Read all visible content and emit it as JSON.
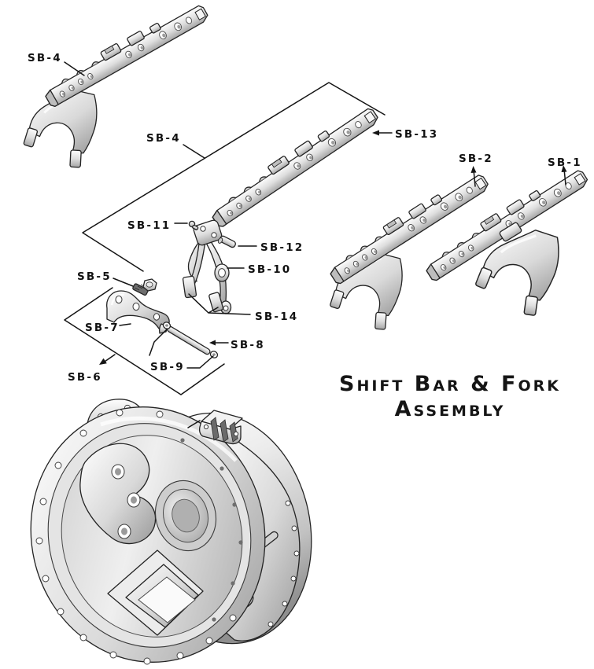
{
  "title": {
    "line1": "Shift Bar & Fork",
    "line2": "Assembly"
  },
  "diagram": {
    "type": "exploded-parts-illustration",
    "subject": "Shift Bar & Fork Assembly",
    "callouts": [
      {
        "id": "sb4-upper",
        "text": "SB-4",
        "points_to": "assembled shift bar with fork (top left)"
      },
      {
        "id": "sb4-lower",
        "text": "SB-4",
        "points_to": "exploded shift bar group (bracket)"
      },
      {
        "id": "sb13",
        "text": "SB-13",
        "points_to": "plain shift bar"
      },
      {
        "id": "sb2",
        "text": "SB-2",
        "points_to": "shift bar with fork (middle right)"
      },
      {
        "id": "sb1",
        "text": "SB-1",
        "points_to": "shift bar with fork (far right)"
      },
      {
        "id": "sb11",
        "text": "SB-11",
        "points_to": "small retaining pin"
      },
      {
        "id": "sb12",
        "text": "SB-12",
        "points_to": "clevis pin"
      },
      {
        "id": "sb10",
        "text": "SB-10",
        "points_to": "shift fork"
      },
      {
        "id": "sb14",
        "text": "SB-14",
        "points_to": "fork pads"
      },
      {
        "id": "sb5",
        "text": "SB-5",
        "points_to": "hex bolt"
      },
      {
        "id": "sb7",
        "text": "SB-7",
        "points_to": "clamp bracket"
      },
      {
        "id": "sb8",
        "text": "SB-8",
        "points_to": "rod"
      },
      {
        "id": "sb9",
        "text": "SB-9",
        "points_to": "washers"
      },
      {
        "id": "sb6",
        "text": "SB-6",
        "points_to": "bracket sub-assembly (bracket)"
      }
    ],
    "parts": [
      "shift-bar-with-fork-sb4",
      "shift-bar-sb13",
      "shift-bar-with-fork-sb2",
      "shift-bar-with-fork-sb1",
      "shift-fork-sb10",
      "pin-sb11",
      "pin-sb12",
      "fork-pads-sb14",
      "hex-bolt-sb5",
      "clamp-bracket-sb7",
      "rod-sb8",
      "washers-sb9",
      "bell-housing",
      "slotted-detent-block"
    ],
    "colors": {
      "background": "#ffffff",
      "line_work": "#141414",
      "metal_highlight": "#fdfdfd",
      "metal_mid": "#d8d8d8",
      "metal_shadow": "#9e9e9e"
    }
  }
}
